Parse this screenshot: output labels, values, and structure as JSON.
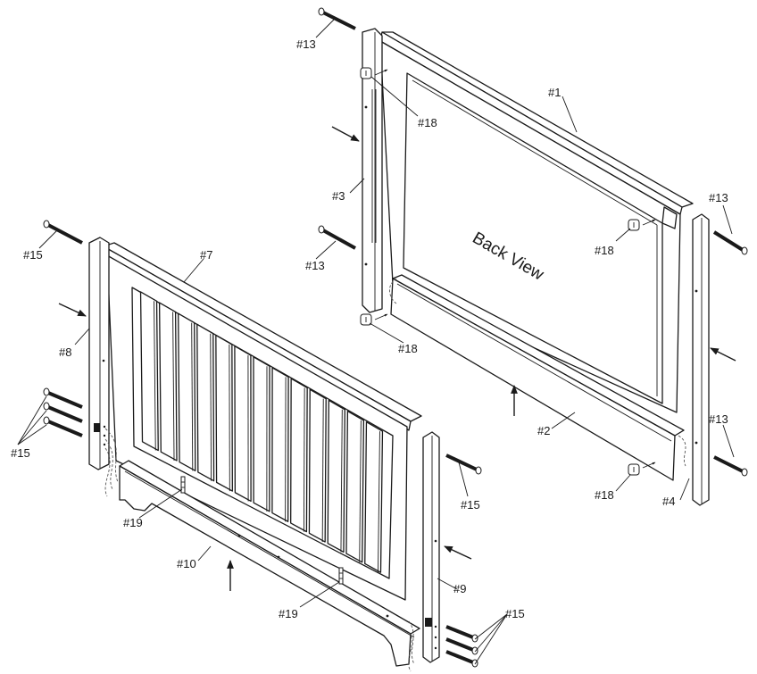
{
  "labels": {
    "part1": "#1",
    "part2": "#2",
    "part3": "#3",
    "part4": "#4",
    "part7": "#7",
    "part8": "#8",
    "part9": "#9",
    "part10": "#10",
    "bolt13_top": "#13",
    "bolt13_mid": "#13",
    "bolt13_right_top": "#13",
    "bolt13_right_bottom": "#13",
    "bolt15_left_top": "#15",
    "bolt15_left_group": "#15",
    "bolt15_right": "#15",
    "bolt15_right_group": "#15",
    "nut18_top": "#18",
    "nut18_right": "#18",
    "nut18_mid": "#18",
    "nut18_bottom": "#18",
    "dowel19_top": "#19",
    "dowel19_bottom": "#19",
    "back_view": "Back View"
  }
}
